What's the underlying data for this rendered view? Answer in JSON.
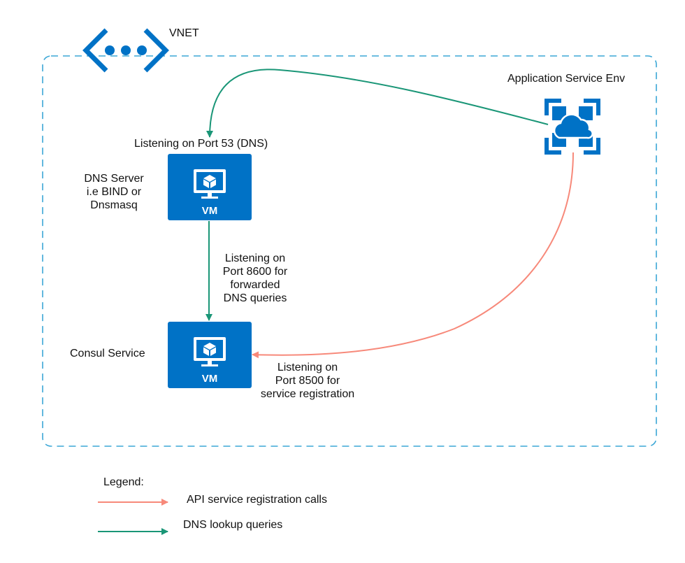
{
  "vnet": {
    "label": "VNET"
  },
  "ase": {
    "label": "Application Service Env"
  },
  "dns_vm": {
    "caption": "VM",
    "top_label": "Listening on Port 53 (DNS)",
    "side_lines": [
      "DNS Server",
      "i.e BIND or",
      "Dnsmasq"
    ]
  },
  "consul_vm": {
    "caption": "VM",
    "side_label": "Consul Service"
  },
  "edge_labels": {
    "dns_forward": [
      "Listening on",
      "Port 8600 for",
      "forwarded",
      "DNS queries"
    ],
    "registration": [
      "Listening on",
      "Port 8500 for",
      "service registration"
    ]
  },
  "legend": {
    "title": "Legend:",
    "items": [
      {
        "label": "API service registration calls",
        "color": "#F7897A"
      },
      {
        "label": "DNS lookup queries",
        "color": "#1A9677"
      }
    ]
  },
  "colors": {
    "azure_blue": "#0072C6",
    "vnet_border": "#3BA7D6",
    "registration": "#F7897A",
    "dns": "#1A9677"
  }
}
